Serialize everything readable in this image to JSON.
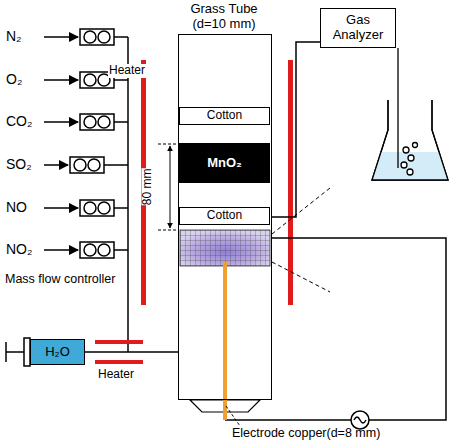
{
  "diagram": {
    "nodes": [
      {
        "text": [
          "Grass Tube (d=10 mm)"
        ]
      },
      {
        "text": [
          "Cotton"
        ],
        "in": 0
      },
      {
        "text": [
          "MnO₂"
        ],
        "in": 0
      },
      {
        "text": [
          "Cotton"
        ],
        "in": 0
      },
      {
        "text": [
          "Gas Analyzer"
        ]
      },
      {
        "text": [
          "H₂O"
        ]
      }
    ],
    "edges": [
      {
        "from": 5,
        "to": 0,
        "arrow": "none"
      },
      {
        "from": 0,
        "to": 4,
        "arrow": "none"
      }
    ],
    "labels": [
      "N₂",
      "O₂",
      "CO₂",
      "SO₂",
      "NO",
      "NO₂",
      "Mass flow controller",
      "Heater",
      "80 mm",
      "Heater",
      "Electrode copper(d=8 mm)"
    ]
  }
}
